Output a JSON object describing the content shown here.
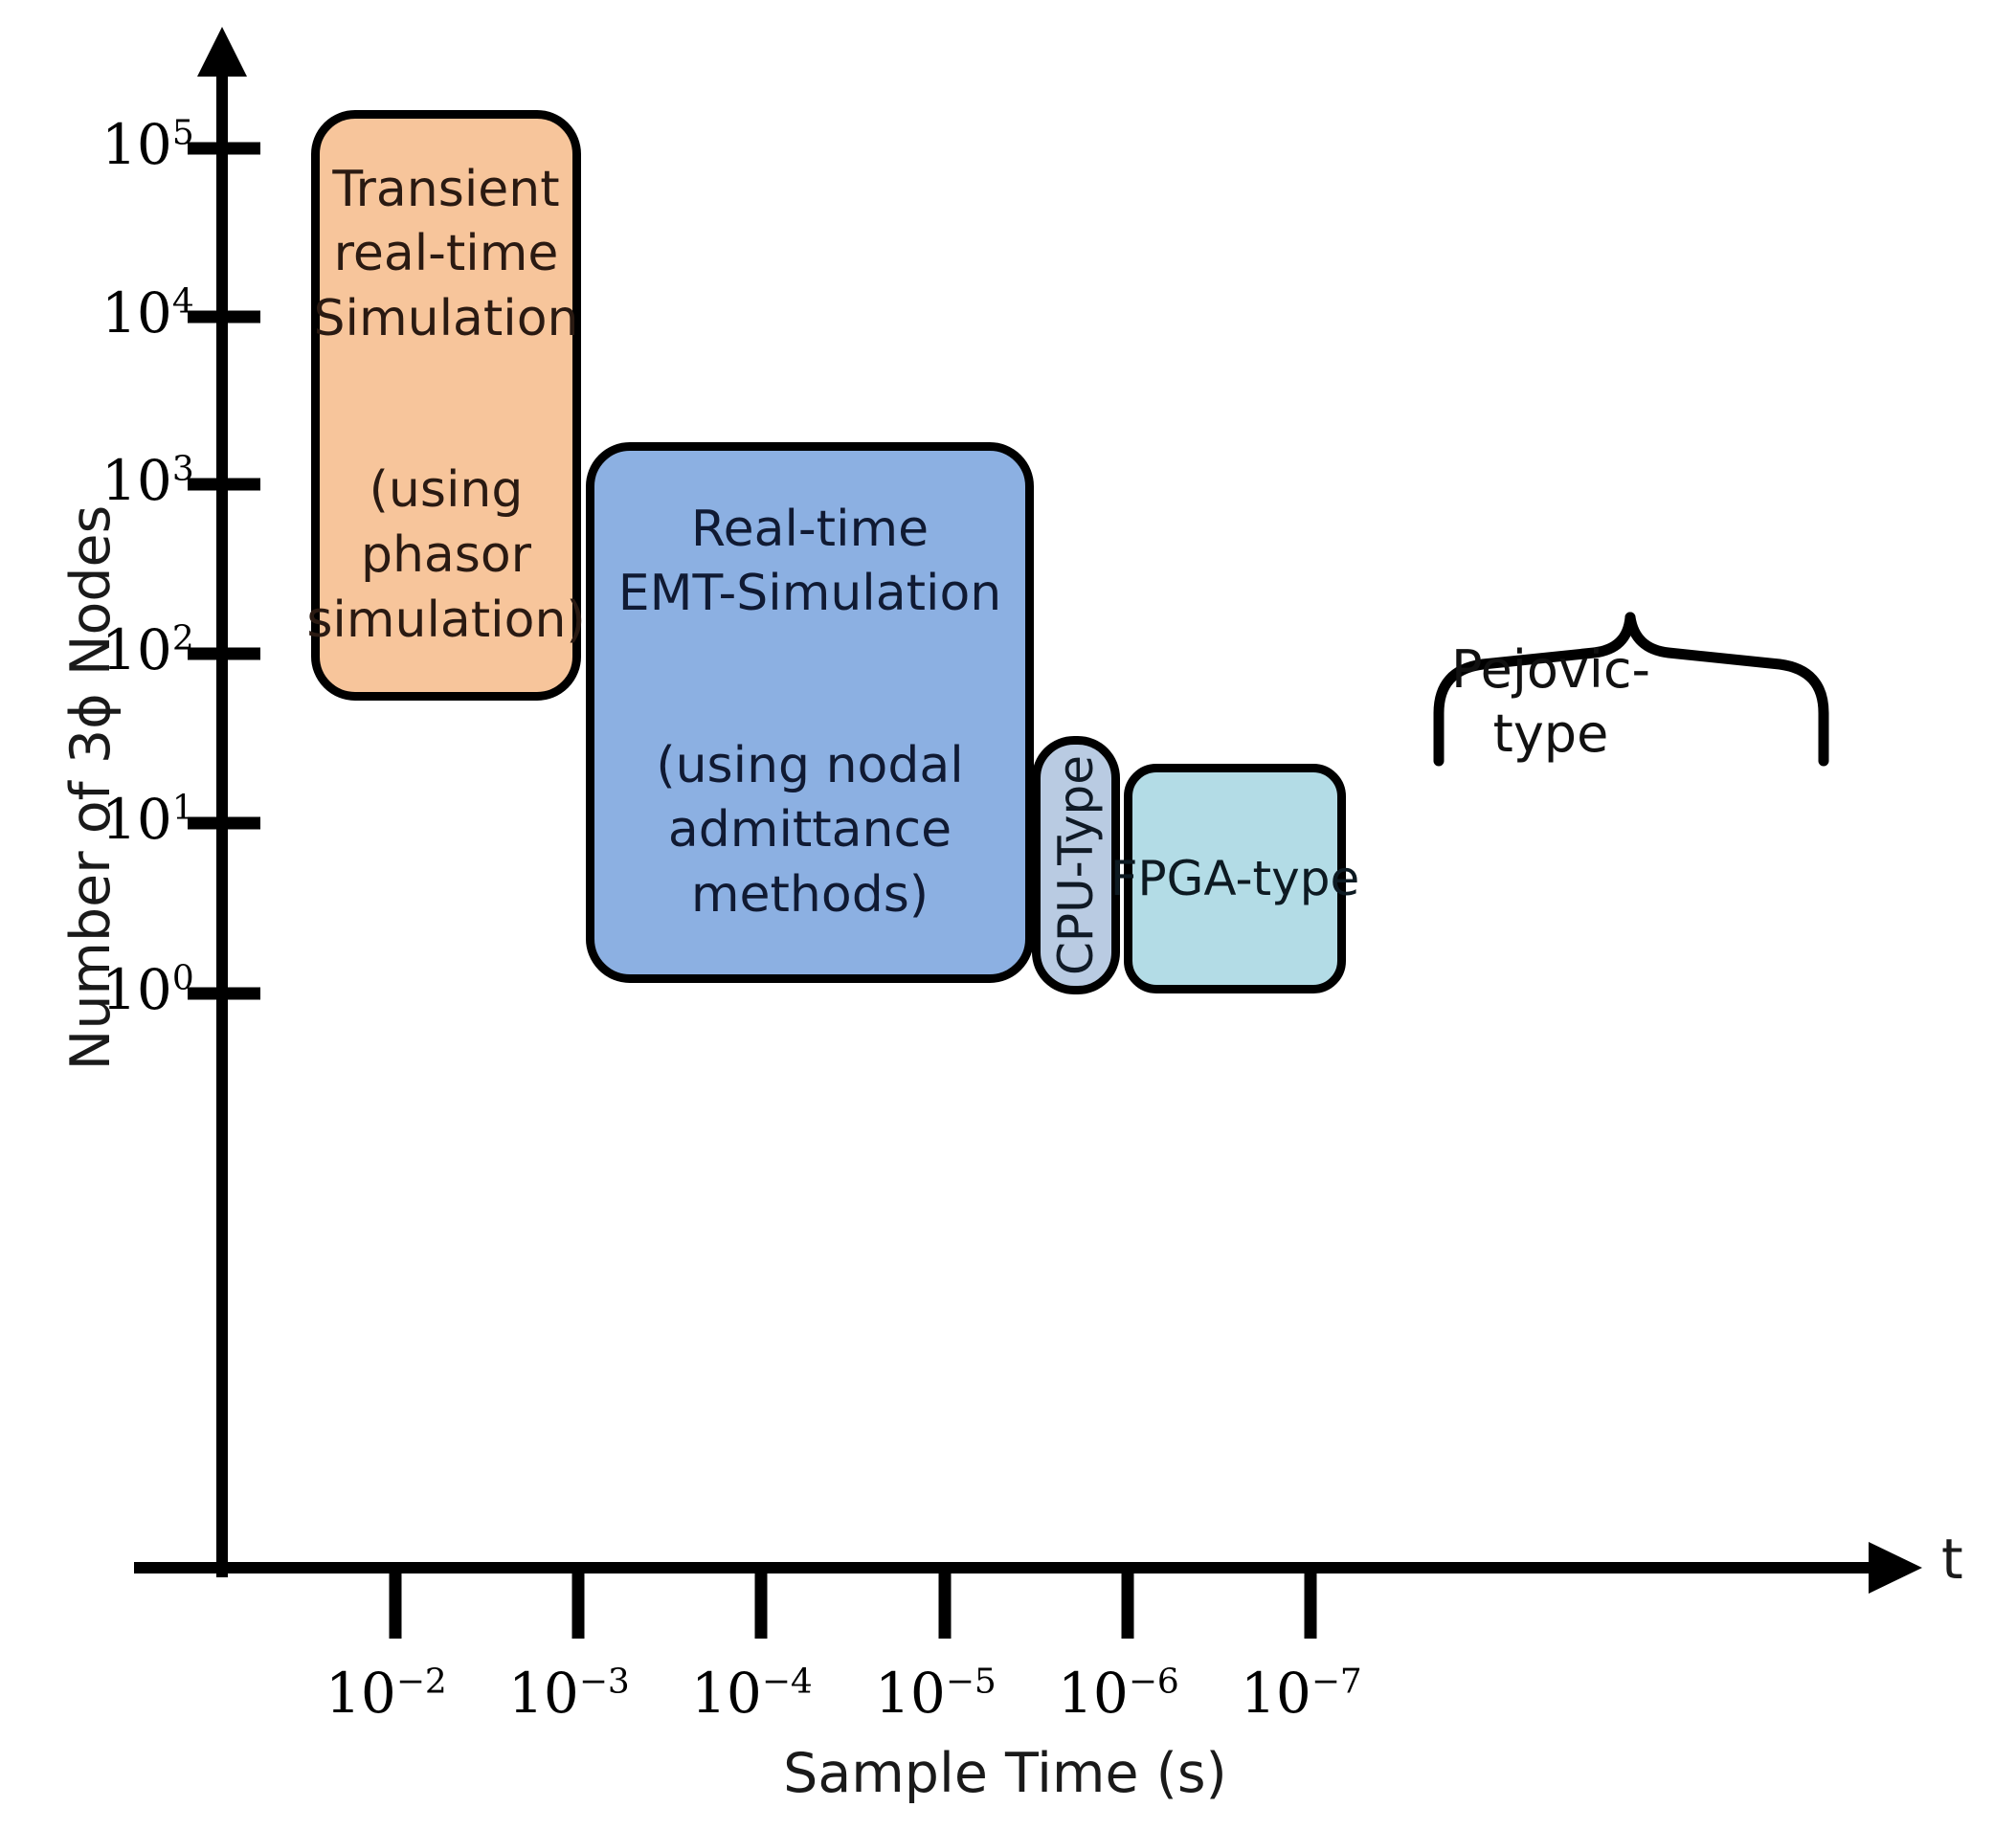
{
  "chart_data": {
    "type": "diagram",
    "title": "",
    "xlabel": "Sample Time (s)",
    "ylabel": "Number of 3ϕ Nodes",
    "x_axis_symbol": "t",
    "x_tick_labels": [
      "10⁻²",
      "10⁻³",
      "10⁻⁴",
      "10⁻⁵",
      "10⁻⁶",
      "10⁻⁷"
    ],
    "x_tick_exponents": [
      -2,
      -3,
      -4,
      -5,
      -6,
      -7
    ],
    "y_tick_labels": [
      "10⁵",
      "10⁴",
      "10³",
      "10²",
      "10¹",
      "10⁰"
    ],
    "y_tick_exponents": [
      5,
      4,
      3,
      2,
      1,
      0
    ],
    "grid": false,
    "legend": "none",
    "regions": [
      {
        "id": "transient-real-time-simulation",
        "label": "Transient real-time Simulation (using phasor simulation)",
        "lines": [
          "Transient",
          "real-time",
          "Simulation",
          "",
          "(using",
          "phasor",
          "simulation)"
        ],
        "color": "#F7C59B",
        "x_range_exponents": [
          -1.6,
          -3.0
        ],
        "y_range_exponents": [
          1.85,
          5.15
        ]
      },
      {
        "id": "real-time-emt-simulation",
        "label": "Real-time EMT-Simulation (using nodal admittance methods)",
        "lines": [
          "Real-time",
          "EMT-Simulation",
          "",
          "(using nodal",
          "admittance methods)"
        ],
        "color": "#8CB0E2",
        "x_range_exponents": [
          -3.05,
          -5.5
        ],
        "y_range_exponents": [
          0.05,
          3.3
        ]
      },
      {
        "id": "cpu-type",
        "label": "CPU-Type",
        "lines": [
          "CPU-Type"
        ],
        "color": "#B9CBE2",
        "x_range_exponents": [
          -5.5,
          -5.95
        ],
        "y_range_exponents": [
          0.0,
          1.55
        ],
        "orientation": "vertical"
      },
      {
        "id": "fpga-type",
        "label": "FPGA-type",
        "lines": [
          "FPGA-type"
        ],
        "color": "#B3DCE6",
        "x_range_exponents": [
          -6.0,
          -7.2
        ],
        "y_range_exponents": [
          0.02,
          1.4
        ],
        "orientation": "horizontal"
      }
    ],
    "annotations": [
      {
        "id": "pejovic-type",
        "label": "Pejovic-type",
        "lines": [
          "Pejovic-",
          "type"
        ],
        "kind": "curly-brace-group",
        "covers": [
          "cpu-type",
          "fpga-type"
        ]
      }
    ]
  },
  "axes": {
    "y": {
      "title": "Number of 3ϕ Nodes",
      "ticks": [
        {
          "base": "10",
          "exp": "5"
        },
        {
          "base": "10",
          "exp": "4"
        },
        {
          "base": "10",
          "exp": "3"
        },
        {
          "base": "10",
          "exp": "2"
        },
        {
          "base": "10",
          "exp": "1"
        },
        {
          "base": "10",
          "exp": "0"
        }
      ]
    },
    "x": {
      "title": "Sample Time (s)",
      "symbol": "t",
      "ticks": [
        {
          "base": "10",
          "exp": "−2"
        },
        {
          "base": "10",
          "exp": "−3"
        },
        {
          "base": "10",
          "exp": "−4"
        },
        {
          "base": "10",
          "exp": "−5"
        },
        {
          "base": "10",
          "exp": "−6"
        },
        {
          "base": "10",
          "exp": "−7"
        }
      ]
    }
  },
  "boxes": {
    "transient": {
      "l1": "Transient",
      "l2": "real-time",
      "l3": "Simulation",
      "l4": "(using",
      "l5": "phasor",
      "l6": "simulation)",
      "color": "#F7C59B"
    },
    "emt": {
      "l1": "Real-time",
      "l2": "EMT-Simulation",
      "l3": "(using nodal",
      "l4": "admittance methods)",
      "color": "#8CB0E2"
    },
    "cpu": {
      "label": "CPU-Type",
      "color": "#B9CBE2"
    },
    "fpga": {
      "label": "FPGA-type",
      "color": "#B3DCE6"
    }
  },
  "brace": {
    "l1": "Pejovic-",
    "l2": "type"
  }
}
